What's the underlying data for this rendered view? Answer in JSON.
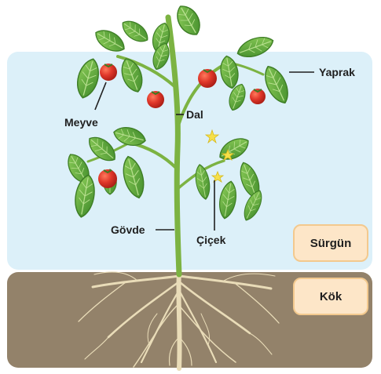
{
  "labels": {
    "yaprak": "Yaprak",
    "meyve": "Meyve",
    "dal": "Dal",
    "govde": "Gövde",
    "cicek": "Çiçek"
  },
  "regions": {
    "shoot": "Sürgün",
    "root": "Kök"
  },
  "colors": {
    "sky": "#dcf0f9",
    "soil": "#93826a",
    "badge_fill": "#fde6c8",
    "badge_border": "#f3c98e",
    "leaf": "#5fa43b",
    "stem": "#7cb342",
    "fruit": "#d93328",
    "flower": "#f6e04a",
    "root": "#e9dcb8"
  }
}
